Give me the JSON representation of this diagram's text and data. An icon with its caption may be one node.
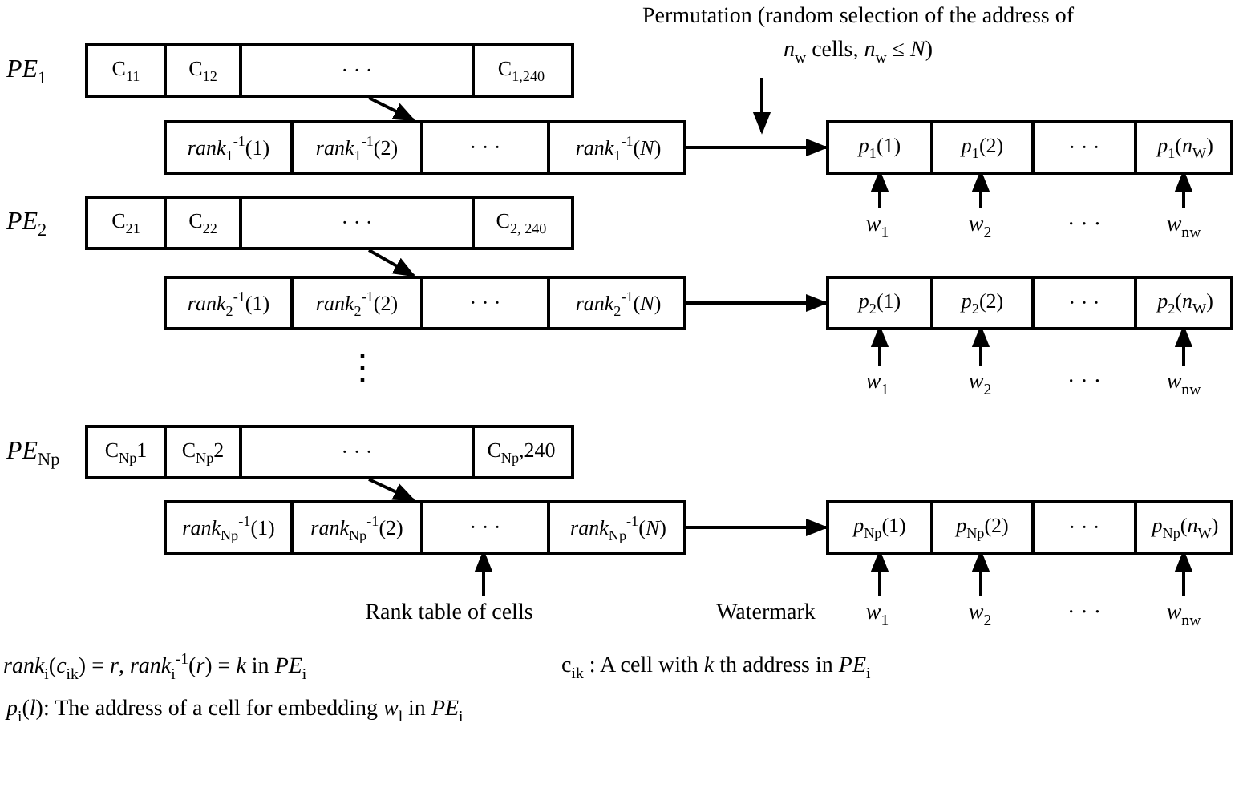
{
  "diagram": {
    "nodes": [
      {
        "text": [
          "Permutation (random selection of the address of *n*$_{w}$ cells, *n*$_{w}$ ≤ *N*)"
        ]
      },
      {
        "text": [],
        "shape": "bar",
        "beside": [
          "*PE*$_{1}$"
        ]
      },
      {
        "text": [
          "C$_{11}$"
        ],
        "in": 1
      },
      {
        "text": [
          "C$_{12}$"
        ],
        "in": 1
      },
      {
        "text": [
          "· · ·"
        ],
        "in": 1
      },
      {
        "text": [
          "C$_{1,240}$"
        ],
        "in": 1
      },
      {
        "text": [],
        "shape": "bar"
      },
      {
        "text": [
          "*rank*$_{1}$$^{-1}$(1)"
        ],
        "in": 6
      },
      {
        "text": [
          "*rank*$_{1}$$^{-1}$(2)"
        ],
        "in": 6
      },
      {
        "text": [
          "· · ·"
        ],
        "in": 6
      },
      {
        "text": [
          "*rank*$_{1}$$^{-1}$(*N*)"
        ],
        "in": 6
      },
      {
        "text": [],
        "shape": "bar"
      },
      {
        "text": [
          "*p*$_{1}$(1)"
        ],
        "in": 11
      },
      {
        "text": [
          "*p*$_{1}$(2)"
        ],
        "in": 11
      },
      {
        "text": [
          "· · ·"
        ],
        "in": 11
      },
      {
        "text": [
          "*p*$_{1}$(*n*$_{W}$)"
        ],
        "in": 11
      },
      {
        "text": [
          "*w*$_{1}$"
        ]
      },
      {
        "text": [
          "*w*$_{2}$"
        ]
      },
      {
        "text": [
          "*w*$_{nw}$"
        ]
      },
      {
        "text": [],
        "shape": "bar",
        "beside": [
          "*PE*$_{2}$"
        ]
      },
      {
        "text": [
          "C$_{21}$"
        ],
        "in": 19
      },
      {
        "text": [
          "C$_{22}$"
        ],
        "in": 19
      },
      {
        "text": [
          "· · ·"
        ],
        "in": 19
      },
      {
        "text": [
          "C$_{2, 240}$"
        ],
        "in": 19
      },
      {
        "text": [],
        "shape": "bar"
      },
      {
        "text": [
          "*rank*$_{2}$$^{-1}$(1)"
        ],
        "in": 24
      },
      {
        "text": [
          "*rank*$_{2}$$^{-1}$(2)"
        ],
        "in": 24
      },
      {
        "text": [
          "· · ·"
        ],
        "in": 24
      },
      {
        "text": [
          "*rank*$_{2}$$^{-1}$(*N*)"
        ],
        "in": 24
      },
      {
        "text": [],
        "shape": "bar"
      },
      {
        "text": [
          "*p*$_{2}$(1)"
        ],
        "in": 29
      },
      {
        "text": [
          "*p*$_{2}$(2)"
        ],
        "in": 29
      },
      {
        "text": [
          "· · ·"
        ],
        "in": 29
      },
      {
        "text": [
          "*p*$_{2}$(*n*$_{W}$)"
        ],
        "in": 29
      },
      {
        "text": [
          "*w*$_{1}$"
        ]
      },
      {
        "text": [
          "*w*$_{2}$"
        ]
      },
      {
        "text": [
          "*w*$_{nw}$"
        ]
      },
      {
        "text": [],
        "shape": "bar",
        "beside": [
          "*PE*$_{Np}$"
        ]
      },
      {
        "text": [
          "C$_{Np}$1"
        ],
        "in": 37
      },
      {
        "text": [
          "C$_{Np}$2"
        ],
        "in": 37
      },
      {
        "text": [
          "· · ·"
        ],
        "in": 37
      },
      {
        "text": [
          "C$_{Np}$,240"
        ],
        "in": 37
      },
      {
        "text": [],
        "shape": "bar"
      },
      {
        "text": [
          "*rank*$_{Np}$$^{-1}$(1)"
        ],
        "in": 42
      },
      {
        "text": [
          "*rank*$_{Np}$$^{-1}$(2)"
        ],
        "in": 42
      },
      {
        "text": [
          "· · ·"
        ],
        "in": 42
      },
      {
        "text": [
          "*rank*$_{Np}$$^{-1}$(*N*)"
        ],
        "in": 42
      },
      {
        "text": [],
        "shape": "bar"
      },
      {
        "text": [
          "*p*$_{Np}$(1)"
        ],
        "in": 47
      },
      {
        "text": [
          "*p*$_{Np}$(2)"
        ],
        "in": 47
      },
      {
        "text": [
          "· · ·"
        ],
        "in": 47
      },
      {
        "text": [
          "*p*$_{Np}$(*n*$_{W}$)"
        ],
        "in": 47
      },
      {
        "text": [
          "*w*$_{1}$"
        ]
      },
      {
        "text": [
          "*w*$_{2}$"
        ]
      },
      {
        "text": [
          "*w*$_{nw}$"
        ]
      },
      {
        "text": [
          "Rank table of cells"
        ]
      }
    ],
    "edges": [
      {
        "from": 0,
        "to": null,
        "arrow": "to"
      },
      {
        "from": 1,
        "to": 6,
        "arrow": "to"
      },
      {
        "from": 6,
        "to": 11,
        "arrow": "to"
      },
      {
        "from": 16,
        "to": 12,
        "arrow": "to"
      },
      {
        "from": 17,
        "to": 13,
        "arrow": "to"
      },
      {
        "from": 18,
        "to": 15,
        "arrow": "to"
      },
      {
        "from": 19,
        "to": 24,
        "arrow": "to"
      },
      {
        "from": 24,
        "to": 29,
        "arrow": "to"
      },
      {
        "from": 34,
        "to": 30,
        "arrow": "to"
      },
      {
        "from": 35,
        "to": 31,
        "arrow": "to"
      },
      {
        "from": 36,
        "to": 33,
        "arrow": "to"
      },
      {
        "from": 37,
        "to": 42,
        "arrow": "to"
      },
      {
        "from": 42,
        "to": 47,
        "arrow": "to"
      },
      {
        "from": 52,
        "to": 48,
        "arrow": "to"
      },
      {
        "from": 53,
        "to": 49,
        "arrow": "to"
      },
      {
        "from": 54,
        "to": 51,
        "arrow": "to"
      },
      {
        "from": 55,
        "to": 45,
        "arrow": "to"
      }
    ],
    "labels": [
      "· · ·",
      "· · ·",
      "⋮",
      "Watermark",
      "· · ·",
      "*rank*$_{i}$(*c*$_{ik}$) = *r*, *rank*$_{i}$$^{-1}$(*r*) = *k* in *PE*$_{i}$",
      "c$_{ik}$ : A cell with *k* th address in *PE*$_{i}$",
      "*p*$_{i}$(*l*): The address of a cell for embedding *w*$_{l}$ in *PE*$_{i}$"
    ]
  }
}
